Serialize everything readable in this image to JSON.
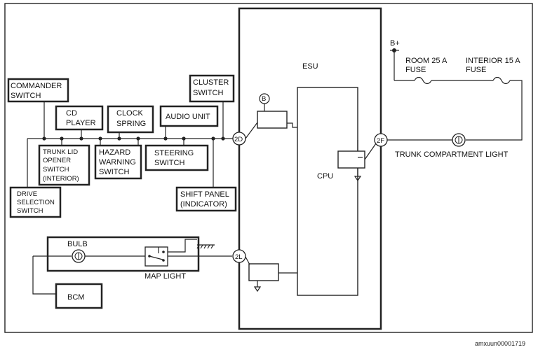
{
  "esu": {
    "title": "ESU",
    "cpu": "CPU"
  },
  "connectors": {
    "c2d": "2D",
    "c2f": "2F",
    "c2l": "2L",
    "cb": "B"
  },
  "power": {
    "bplus": "B+"
  },
  "fuses": {
    "room": [
      "ROOM 25 A",
      "FUSE"
    ],
    "interior": [
      "INTERIOR 15 A",
      "FUSE"
    ]
  },
  "trunk_light": "TRUNK COMPARTMENT LIGHT",
  "components": {
    "commander_switch": [
      "COMMANDER",
      "SWITCH"
    ],
    "cd_player": [
      "CD",
      "PLAYER"
    ],
    "clock_spring": [
      "CLOCK",
      "SPRING"
    ],
    "audio_unit": [
      "AUDIO UNIT"
    ],
    "cluster_switch": [
      "CLUSTER",
      "SWITCH"
    ],
    "trunk_lid_opener": [
      "TRUNK LID",
      "OPENER",
      "SWITCH",
      "(INTERIOR)"
    ],
    "hazard_warning": [
      "HAZARD",
      "WARNING",
      "SWITCH"
    ],
    "steering_switch": [
      "STEERING",
      "SWITCH"
    ],
    "shift_panel": [
      "SHIFT PANEL",
      "(INDICATOR)"
    ],
    "drive_selection": [
      "DRIVE",
      "SELECTION",
      "SWITCH"
    ]
  },
  "map_light": {
    "bulb": "BULB",
    "label": "MAP LIGHT"
  },
  "bcm": "BCM",
  "diagram_id": "amxuun00001719"
}
